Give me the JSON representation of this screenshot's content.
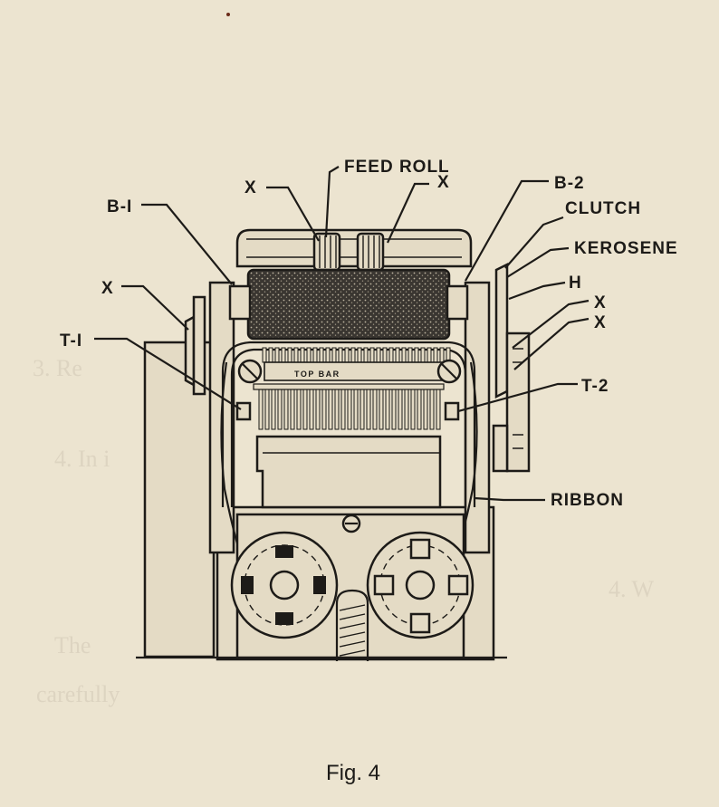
{
  "figure": {
    "caption": "Fig. 4",
    "labels": {
      "feed_roll": "FEED ROLL",
      "x_feed_left": "X",
      "x_feed_right": "X",
      "b1": "B-I",
      "b2": "B-2",
      "clutch": "CLUTCH",
      "kerosene": "KEROSENE",
      "h": "H",
      "x_right_1": "X",
      "x_right_2": "X",
      "x_left": "X",
      "t1": "T-I",
      "t2": "T-2",
      "top_bar": "TOP BAR",
      "ribbon": "RIBBON"
    }
  },
  "background_text": [
    "3. Re",
    "4. In i",
    "4. W",
    "The",
    "carefully"
  ],
  "colors": {
    "paper": "#ece4d0",
    "ink": "#1d1b18"
  }
}
